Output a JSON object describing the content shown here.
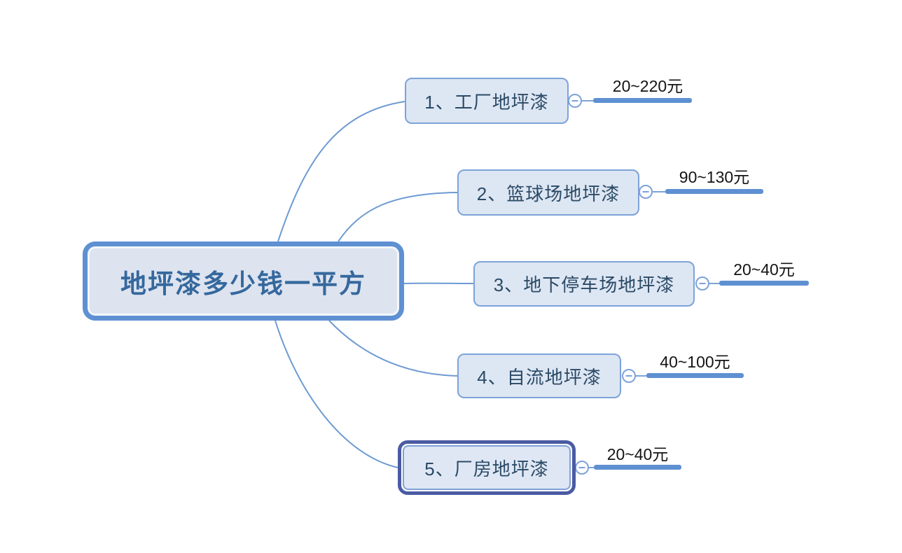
{
  "diagram": {
    "type": "mindmap",
    "root": {
      "label": "地坪漆多少钱一平方"
    },
    "branches": [
      {
        "id": 1,
        "label": "1、工厂地坪漆",
        "price": "20~220元",
        "selected": false
      },
      {
        "id": 2,
        "label": "2、篮球场地坪漆",
        "price": "90~130元",
        "selected": false
      },
      {
        "id": 3,
        "label": "3、地下停车场地坪漆",
        "price": "20~40元",
        "selected": false
      },
      {
        "id": 4,
        "label": "4、自流地坪漆",
        "price": "40~100元",
        "selected": false
      },
      {
        "id": 5,
        "label": "5、厂房地坪漆",
        "price": "20~40元",
        "selected": true
      }
    ],
    "colors": {
      "branch_line": "#6d9ad1",
      "node_border": "#7da3d8",
      "node_fill": "#dde6f3",
      "root_border": "#5e90d2",
      "root_fill": "#dde4f0",
      "root_text": "#35689d",
      "node_text": "#2b4a66",
      "price_bar": "#5e90d2",
      "selected_border": "#4b5ba3",
      "price_text": "#141414",
      "background": "#ffffff"
    }
  }
}
